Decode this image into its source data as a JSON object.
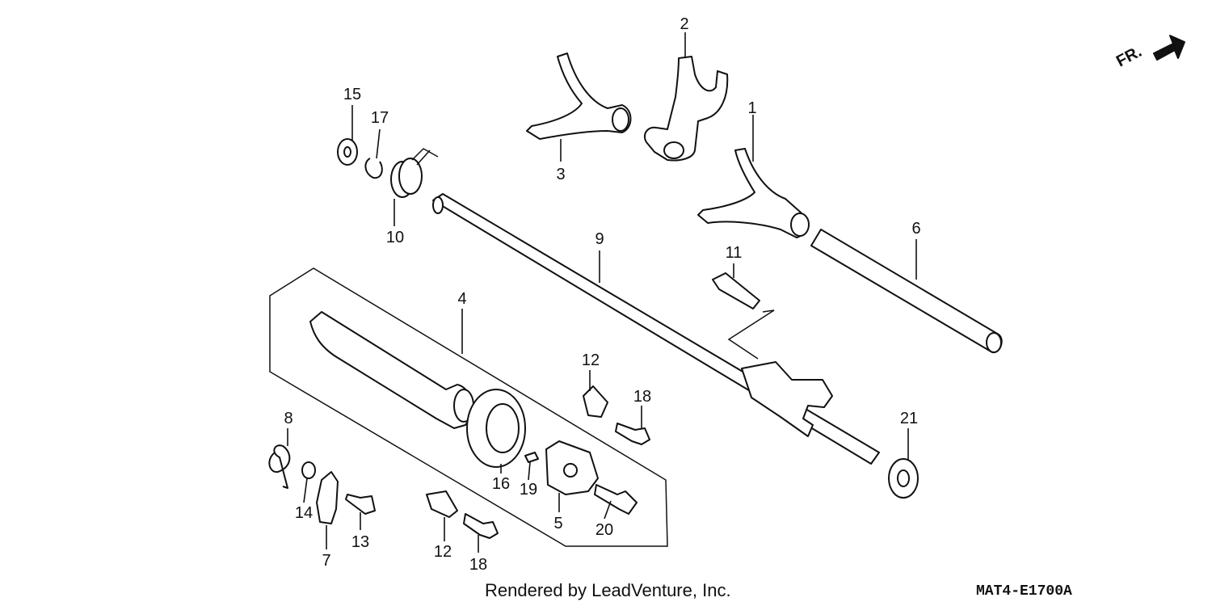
{
  "diagram": {
    "parts": [
      {
        "id": "1",
        "label": "1"
      },
      {
        "id": "2",
        "label": "2"
      },
      {
        "id": "3",
        "label": "3"
      },
      {
        "id": "4",
        "label": "4"
      },
      {
        "id": "5",
        "label": "5"
      },
      {
        "id": "6",
        "label": "6"
      },
      {
        "id": "7",
        "label": "7"
      },
      {
        "id": "8",
        "label": "8"
      },
      {
        "id": "9",
        "label": "9"
      },
      {
        "id": "10",
        "label": "10"
      },
      {
        "id": "11",
        "label": "11"
      },
      {
        "id": "12a",
        "label": "12"
      },
      {
        "id": "12b",
        "label": "12"
      },
      {
        "id": "13",
        "label": "13"
      },
      {
        "id": "14",
        "label": "14"
      },
      {
        "id": "15",
        "label": "15"
      },
      {
        "id": "16",
        "label": "16"
      },
      {
        "id": "17",
        "label": "17"
      },
      {
        "id": "18a",
        "label": "18"
      },
      {
        "id": "18b",
        "label": "18"
      },
      {
        "id": "19",
        "label": "19"
      },
      {
        "id": "20",
        "label": "20"
      },
      {
        "id": "21",
        "label": "21"
      }
    ],
    "direction_label": "FR.",
    "footer_credit": "Rendered by LeadVenture, Inc.",
    "diagram_code": "MAT4-E1700A"
  }
}
